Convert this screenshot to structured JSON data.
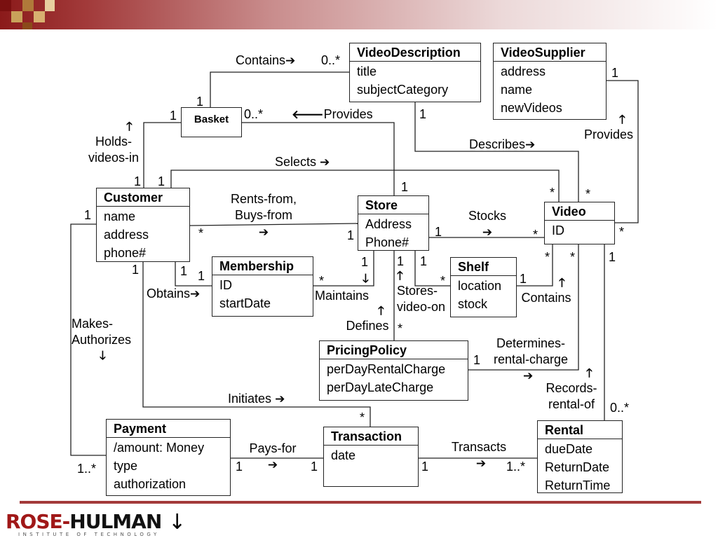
{
  "classes": {
    "video_description": {
      "name": "VideoDescription",
      "attrs": [
        "title",
        "subjectCategory"
      ]
    },
    "video_supplier": {
      "name": "VideoSupplier",
      "attrs": [
        "address",
        "name",
        "newVideos"
      ]
    },
    "basket": {
      "name": "Basket"
    },
    "customer": {
      "name": "Customer",
      "attrs": [
        "name",
        "address",
        "phone#"
      ]
    },
    "store": {
      "name": "Store",
      "attrs": [
        "Address",
        "Phone#"
      ]
    },
    "video": {
      "name": "Video",
      "attrs": [
        "ID"
      ]
    },
    "membership": {
      "name": "Membership",
      "attrs": [
        "ID",
        "startDate"
      ]
    },
    "shelf": {
      "name": "Shelf",
      "attrs": [
        "location",
        "stock"
      ]
    },
    "pricing_policy": {
      "name": "PricingPolicy",
      "attrs": [
        "perDayRentalCharge",
        "perDayLateCharge"
      ]
    },
    "payment": {
      "name": "Payment",
      "attrs": [
        "/amount: Money",
        "type",
        "authorization"
      ]
    },
    "transaction": {
      "name": "Transaction",
      "attrs": [
        "date"
      ]
    },
    "rental": {
      "name": "Rental",
      "attrs": [
        "dueDate",
        "ReturnDate",
        "ReturnTime"
      ]
    }
  },
  "associations": {
    "contains_vd": "Contains",
    "provides_basket": "Provides",
    "holds_videos_in": [
      "Holds-",
      "videos-in"
    ],
    "describes": "Describes",
    "provides_supplier": "Provides",
    "selects": "Selects",
    "rents_from": [
      "Rents-from,",
      "Buys-from"
    ],
    "stocks": "Stocks",
    "obtains": "Obtains",
    "maintains": "Maintains",
    "stores_video_on": [
      "Stores-",
      "video-on"
    ],
    "contains_shelf": "Contains",
    "defines": "Defines",
    "determines": [
      "Determines-",
      "rental-charge"
    ],
    "makes_authorizes": [
      "Makes-",
      "Authorizes"
    ],
    "initiates": "Initiates",
    "records_rental_of": [
      "Records-",
      "rental-of"
    ],
    "pays_for": "Pays-for",
    "transacts": "Transacts"
  },
  "arrows": {
    "right": "➔",
    "left": "🡐",
    "up": "🡑",
    "down": "🡓"
  },
  "multiplicities": {
    "m1": "0..*",
    "m2": "1",
    "m3": "1",
    "m4": "0..*",
    "m5": "1",
    "m6": "1",
    "m7": "1",
    "m8": "1",
    "m9": "1",
    "m10": "*",
    "m11": "*",
    "m12": "1",
    "m13": "*",
    "m14": "1",
    "m15": "1",
    "m16": "*",
    "m17": "*",
    "m18": "*",
    "m19": "*",
    "m20": "1",
    "m21": "1",
    "m22": "1",
    "m23": "1",
    "m24": "*",
    "m25": "1",
    "m26": "1",
    "m27": "1",
    "m28": "*",
    "m29": "1",
    "m30": "*",
    "m31": "1",
    "m32": "0..*",
    "m33": "1..*",
    "m34": "1",
    "m35": "1",
    "m36": "1",
    "m37": "1..*",
    "m38": "*"
  },
  "footer": {
    "logo_red": "ROSE-",
    "logo_dark": "HULMAN",
    "logo_sub": "INSTITUTE OF TECHNOLOGY",
    "down_arrow": "↓"
  }
}
